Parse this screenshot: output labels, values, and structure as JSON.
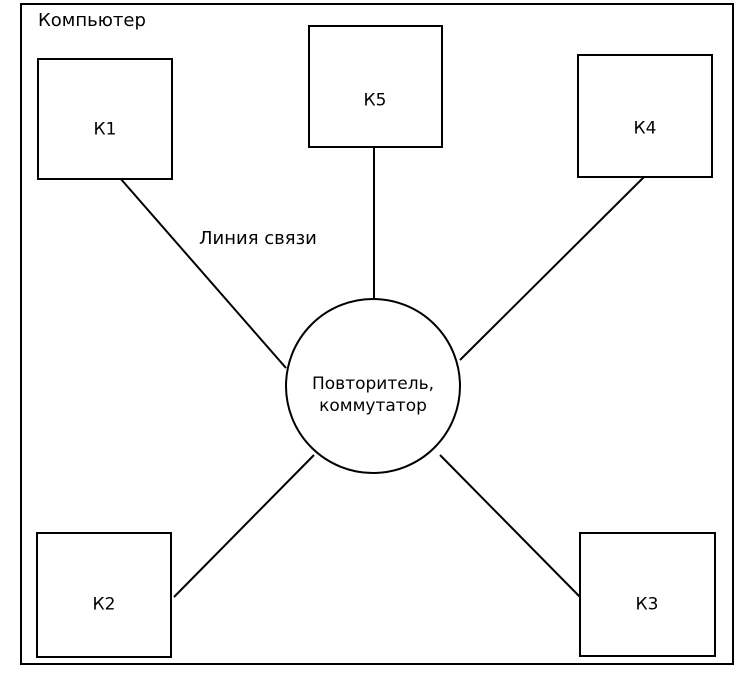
{
  "diagram": {
    "frame_label": "Компьютер",
    "link_label": "Линия связи",
    "hub": {
      "line1": "Повторитель,",
      "line2": "коммутатор"
    },
    "nodes": [
      {
        "id": "k1",
        "label": "К1"
      },
      {
        "id": "k2",
        "label": "К2"
      },
      {
        "id": "k3",
        "label": "К3"
      },
      {
        "id": "k4",
        "label": "К4"
      },
      {
        "id": "k5",
        "label": "К5"
      }
    ]
  }
}
